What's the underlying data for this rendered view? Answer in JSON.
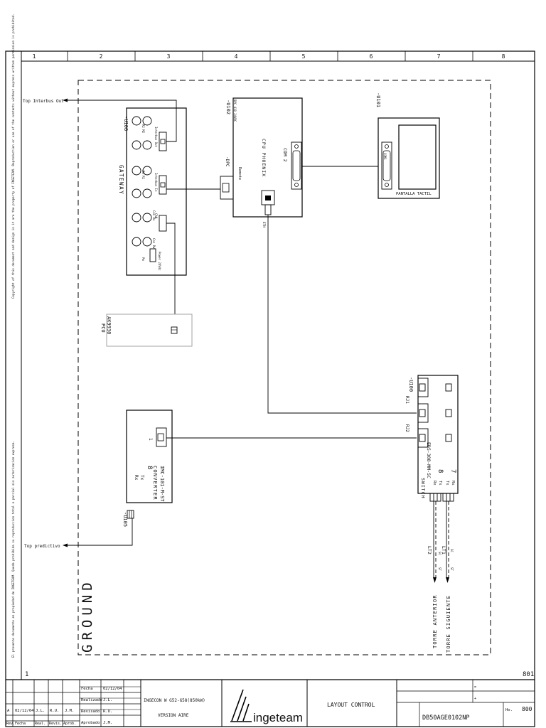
{
  "grid": {
    "columns": [
      "1",
      "2",
      "3",
      "4",
      "5",
      "6",
      "7",
      "8"
    ]
  },
  "sheet": {
    "left_number": "1",
    "right_number": "801",
    "ground_label": "GROUND"
  },
  "side_notes": {
    "upper": "Copyright of this document and design in it are the property of INGETEAM. Reproduction or use of the contents without express written permission is prohibited.",
    "lower": "El presente documento es propiedad de INGETEAM. Queda prohibida su reproduccion total o parcial sin autorizacion expresa."
  },
  "components": {
    "gateway": {
      "ref": "-U108",
      "name": "GATEWAY",
      "ports": [
        "Interbus Out",
        "Interbus In",
        "CAN",
        "Con Pw",
        "Con Rx",
        "Power 24Vdc"
      ],
      "port_numbers": [
        "R2 M2",
        "R0 R1",
        "Pw"
      ]
    },
    "cpu": {
      "ref": "-U102",
      "sub": "BPC 410 24VDC",
      "name": "CPU PHOENIX",
      "com": "COM 2",
      "remote_ref": "-DPC",
      "remote_label": "Remote",
      "eth": "ETH"
    },
    "touch": {
      "ref": "-U101",
      "name": "PANTALLA TACTIL",
      "port": "COM1"
    },
    "pcu": {
      "name": "PCU",
      "model": "AK9930"
    },
    "converter": {
      "ref": "-U105",
      "name": "CONVERTER",
      "model": "IMC-101-M-ST",
      "port_num": "1",
      "fiber": "8",
      "tx": "Tx",
      "rx": "Rx"
    },
    "switch": {
      "ref": "-U100",
      "name": "SWITCH",
      "model": "EDS-308-MM-SC",
      "rj1": "RJ1",
      "rj2": "RJ2",
      "fiber_a": "8",
      "fiber_b": "7",
      "tx": "Tx",
      "rx": "Rx"
    },
    "lt2": {
      "ref": "LT2",
      "label": "TORRE ANTERIOR",
      "a": "SC",
      "b": "ST"
    },
    "lt1": {
      "ref": "LT1",
      "label": "TORRE SIGUIENTE",
      "a": "SC",
      "b": "ST"
    }
  },
  "signals": {
    "interbus_out": "Top Interbus Out",
    "predictivo": "Top predictivo"
  },
  "title_block": {
    "col_rev": "Rev.",
    "col_fecha": "Fecha",
    "col_real": "Real.",
    "col_revis": "Revis.",
    "col_aprob": "Aprob.",
    "rev_value": "A",
    "rev_date": "02/12/04",
    "rev_real": "J.L.",
    "rev_revis": "R.U.",
    "rev_aprob": "J.M.",
    "fecha_label": "Fecha",
    "fecha_value": "02/12/04",
    "realizado_label": "Realizado",
    "realizado_value": "J.L.",
    "revisado_label": "Revisado",
    "revisado_value": "R.U.",
    "aprobado_label": "Aprobado",
    "aprobado_value": "J.M.",
    "project_line1": "INGECON W  G52-G58(850kW)",
    "project_line2": "VERSION AIRE",
    "brand": "ingeteam",
    "title": "LAYOUT CONTROL",
    "doc_number": "DB50AGE0102NP",
    "hoja_label": "Ho.",
    "hoja_value": "800",
    "mark1": "=",
    "mark2": "+"
  }
}
